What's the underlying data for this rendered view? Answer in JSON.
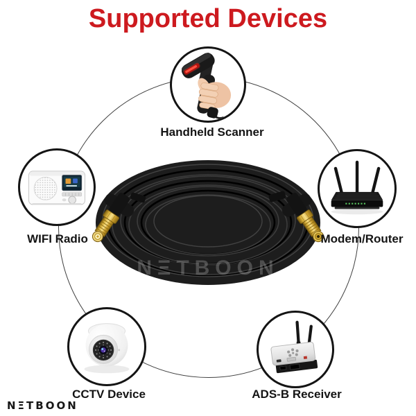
{
  "title": {
    "text": "Supported Devices"
  },
  "colors": {
    "title_red": "#cd1a1f",
    "label_color": "#141414",
    "device_circle_border": "#141414",
    "link_circle_line": "#3f3f3f",
    "connector_gold": "#d2a62c",
    "scanner_laser_red": "#ff4636",
    "router_led_green": "#58c05e",
    "cctv_lens_purple": "#4b2fa0"
  },
  "devices": {
    "top": {
      "label": "Handheld Scanner",
      "icon": "handheld-scanner-icon"
    },
    "left": {
      "label": "WIFI Radio",
      "icon": "wifi-radio-icon"
    },
    "right": {
      "label": "Modem/Router",
      "icon": "modem-router-icon"
    },
    "bottom_left": {
      "label": "CCTV Device",
      "icon": "cctv-camera-icon"
    },
    "bottom_right": {
      "label": "ADS-B Receiver",
      "icon": "adsb-receiver-icon"
    }
  },
  "center": {
    "watermark": "NΞTBOON"
  },
  "brand": {
    "logo_text": "NΞTBOON"
  }
}
